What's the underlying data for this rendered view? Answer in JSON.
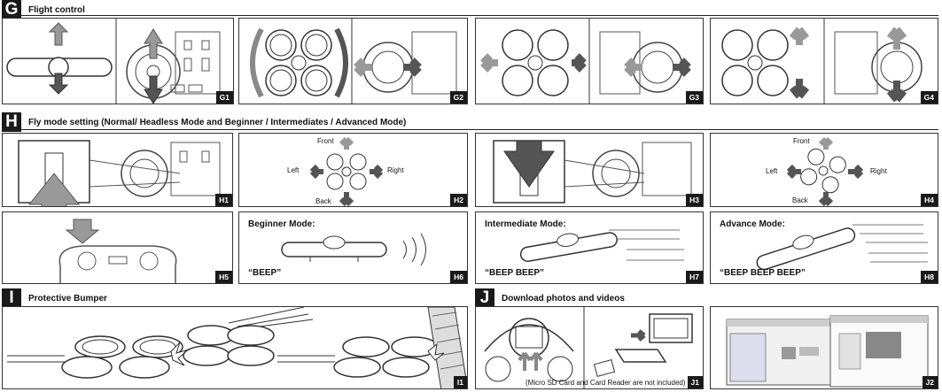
{
  "sections": {
    "g": {
      "letter": "G",
      "title": "Flight control"
    },
    "h": {
      "letter": "H",
      "title": "Fly mode setting (Normal/ Headless Mode and Beginner / Intermediates / Advanced Mode)"
    },
    "i": {
      "letter": "I",
      "title": "Protective Bumper"
    },
    "j": {
      "letter": "J",
      "title": "Download photos and videos"
    }
  },
  "tags": {
    "g1": "G1",
    "g2": "G2",
    "g3": "G3",
    "g4": "G4",
    "h1": "H1",
    "h2": "H2",
    "h3": "H3",
    "h4": "H4",
    "h5": "H5",
    "h6": "H6",
    "h7": "H7",
    "h8": "H8",
    "i1": "I1",
    "j1": "J1",
    "j2": "J2"
  },
  "directions": {
    "front": "Front",
    "left": "Left",
    "right": "Right",
    "back": "Back"
  },
  "modes": {
    "beginner": {
      "title": "Beginner Mode:",
      "beep": "“BEEP”"
    },
    "intermediate": {
      "title": "Intermediate Mode:",
      "beep": "“BEEP  BEEP”"
    },
    "advance": {
      "title": "Advance Mode:",
      "beep": "“BEEP BEEP BEEP”"
    }
  },
  "j1_note": "(Micro SD Card and Card Reader are not included)"
}
